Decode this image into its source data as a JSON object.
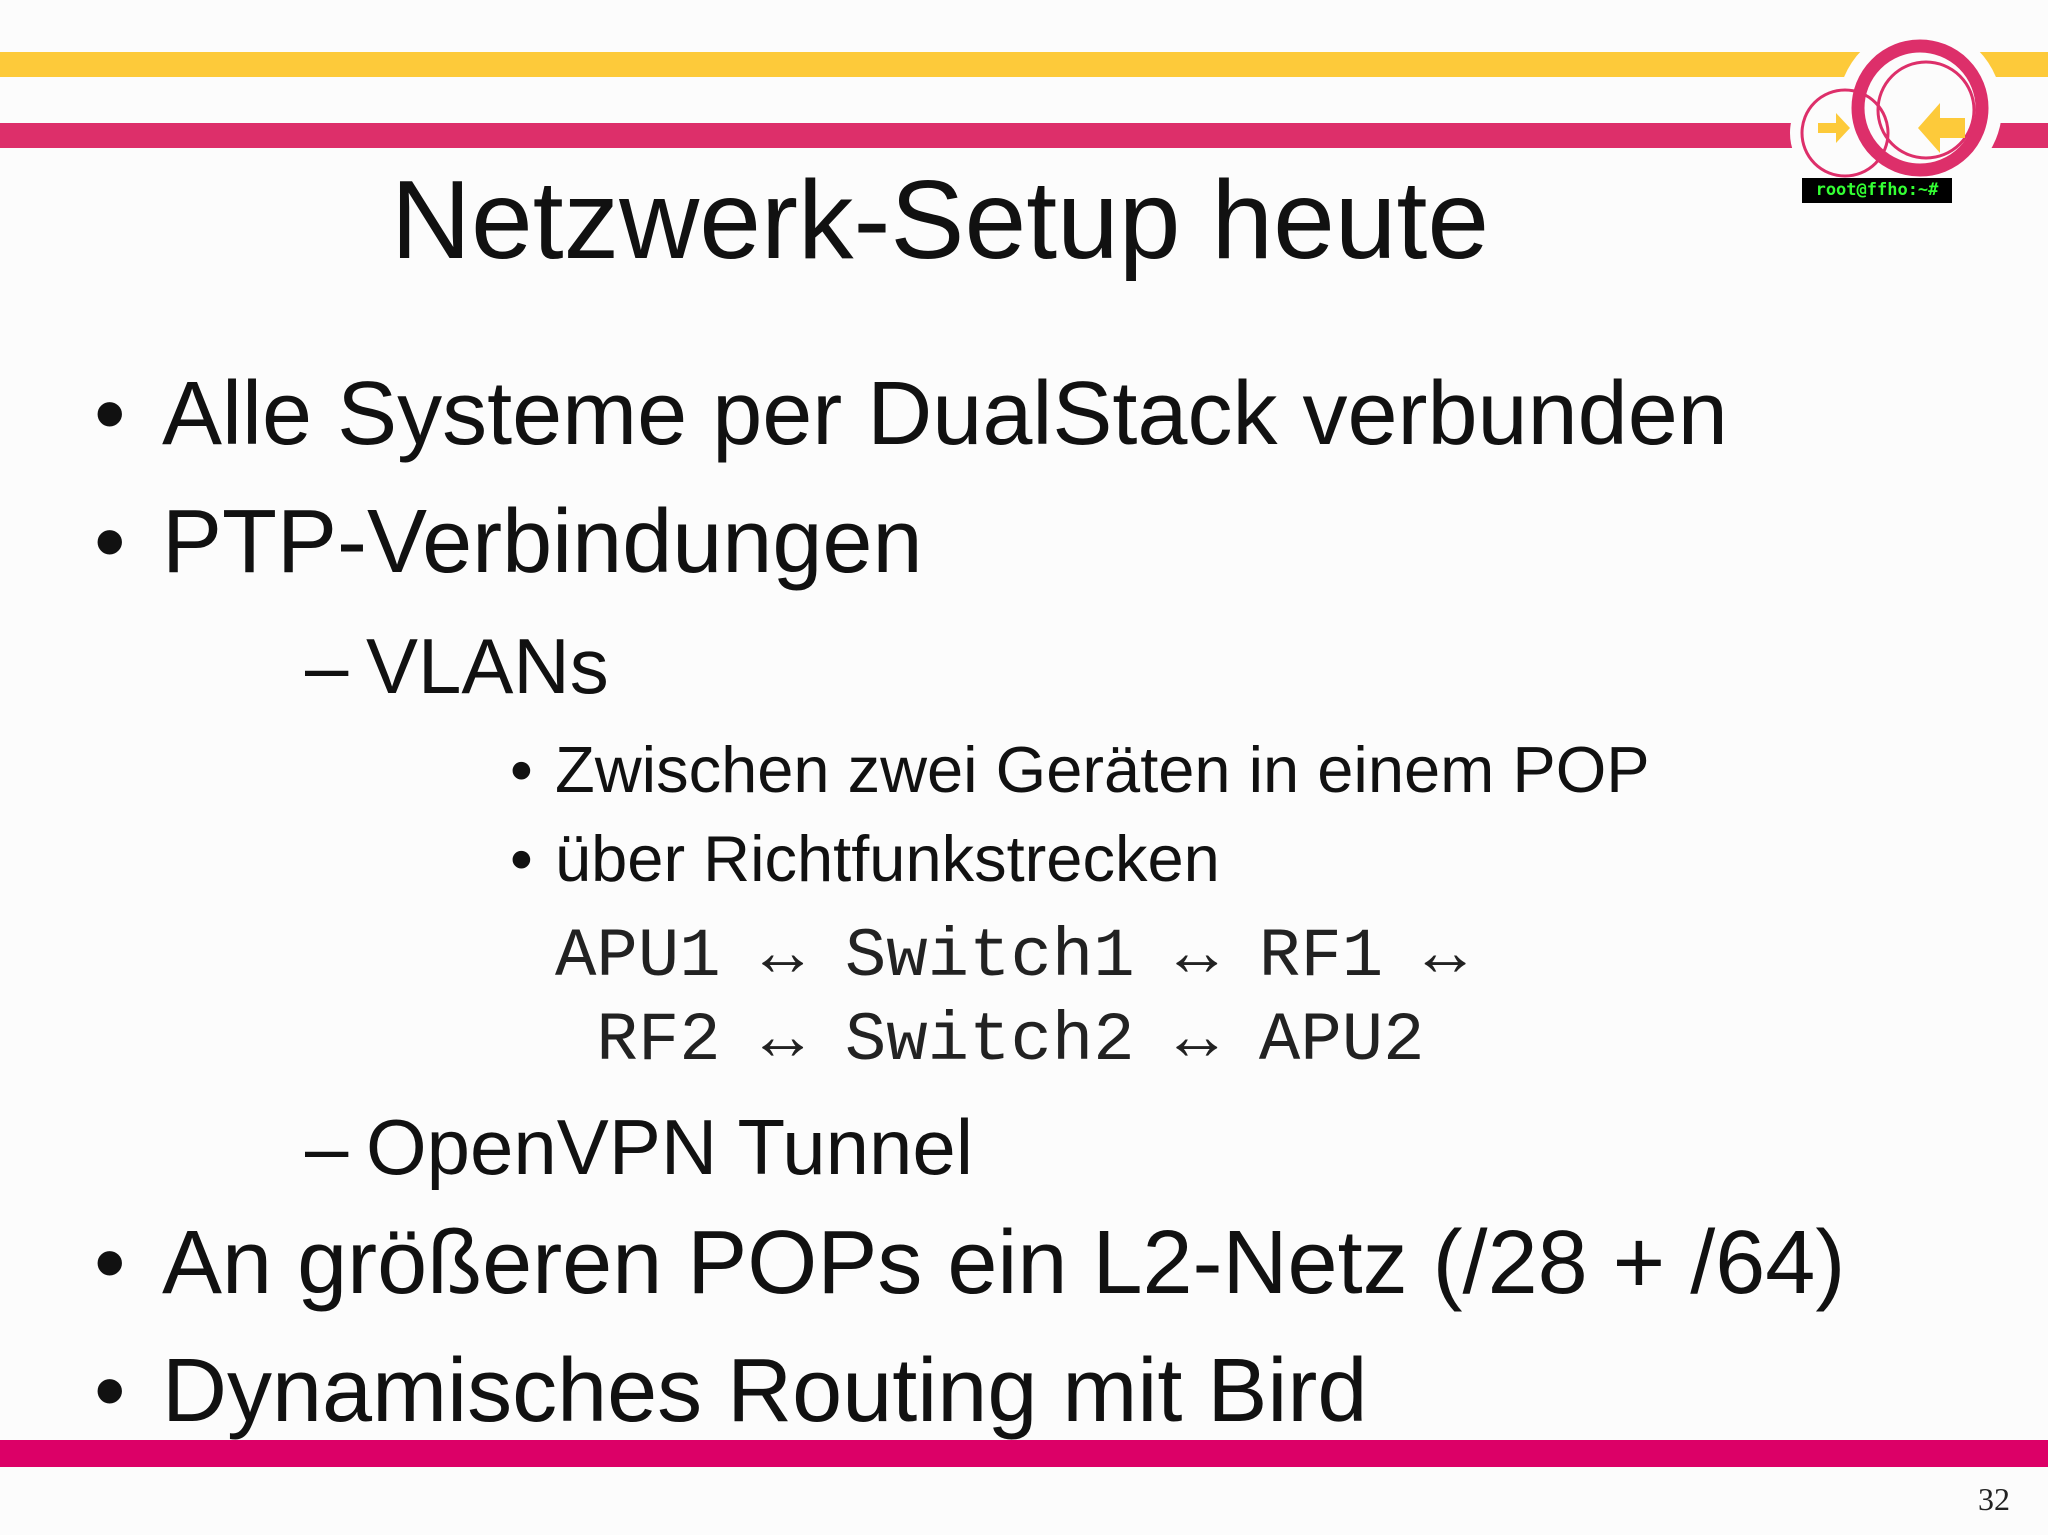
{
  "slide": {
    "title": "Netzwerk-Setup heute",
    "bullets": [
      "Alle Systeme per DualStack verbunden",
      "PTP-Verbindungen",
      "An größeren POPs ein L2-Netz (/28 + /64)",
      "Dynamisches Routing mit Bird"
    ],
    "sub_bullets": [
      "VLANs",
      "OpenVPN Tunnel"
    ],
    "sub_sub_bullets": [
      "Zwischen zwei Geräten in einem POP",
      "über Richtfunkstrecken"
    ],
    "code_lines": [
      "APU1 ↔ Switch1 ↔ RF1 ↔",
      " RF2 ↔ Switch2 ↔ APU2"
    ],
    "bullet_symbol": "•",
    "dash_symbol": "–",
    "page_number": "32"
  },
  "logo": {
    "terminal_text": "root@ffho:~#"
  },
  "colors": {
    "yellow": "#fdca3a",
    "pink": "#dd2f6a",
    "magenta": "#dc0067",
    "terminal_green": "#33ff33"
  }
}
